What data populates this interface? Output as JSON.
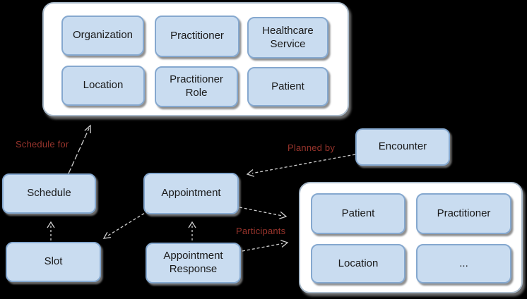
{
  "colors": {
    "background": "#000000",
    "group_fill": "#FFFFFF",
    "group_border": "#A9BACA",
    "box_fill": "#C9DCF0",
    "box_border": "#85A8CF",
    "box_text": "#1A1A1A",
    "relationship_label": "#98342C",
    "arrow_line": "#CFCFCF"
  },
  "top_group": {
    "boxes": [
      "Organization",
      "Practitioner",
      "Healthcare Service",
      "Location",
      "Practitioner Role",
      "Patient"
    ]
  },
  "nodes": {
    "schedule": "Schedule",
    "slot": "Slot",
    "appointment": "Appointment",
    "appointment_response": "Appointment Response",
    "encounter": "Encounter"
  },
  "participants_group": {
    "boxes": [
      "Patient",
      "Practitioner",
      "Location",
      "..."
    ]
  },
  "relationships": {
    "schedule_for": "Schedule for",
    "planned_by": "Planned by",
    "participants": "Participants"
  }
}
